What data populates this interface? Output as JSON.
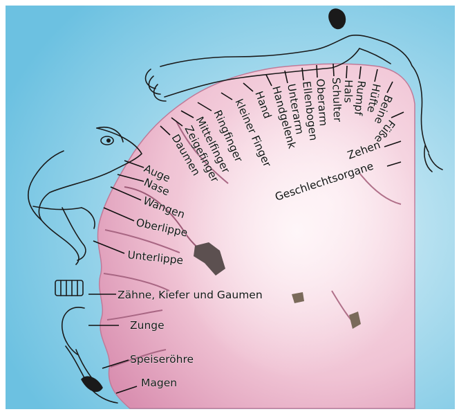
{
  "diagram": {
    "labels": {
      "auge": "Auge",
      "nase": "Nase",
      "wangen": "Wangen",
      "oberlippe": "Oberlippe",
      "unterlippe": "Unterlippe",
      "zaehne": "Zähne, Kiefer und Gaumen",
      "zunge": "Zunge",
      "speiseroehre": "Speiseröhre",
      "magen": "Magen",
      "daumen": "Daumen",
      "zeigefinger": "Zeigefinger",
      "mittelfinger": "Mittelfinger",
      "ringfinger": "Ringfinger",
      "kleiner_finger": "kleiner Finger",
      "hand": "Hand",
      "handgelenk": "Handgelenk",
      "unterarm": "Unterarm",
      "ellenbogen": "Ellenbogen",
      "oberarm": "Oberarm",
      "schulter": "Schulter",
      "hals": "Hals",
      "rumpf": "Rumpf",
      "huefte": "Hüfte",
      "beine": "Beine",
      "fuesse": "Füße",
      "zehen": "Zehen",
      "geschlechtsorgane": "Geschlechtsorgane"
    },
    "colors": {
      "background_light": "#ddf1f8",
      "background_dark": "#6cc1e1",
      "tissue_light": "#fbe9ef",
      "tissue_mid": "#f0c3d4",
      "tissue_dark": "#d98fb0",
      "white_matter": "#fff7f9",
      "ink": "#111111"
    }
  }
}
